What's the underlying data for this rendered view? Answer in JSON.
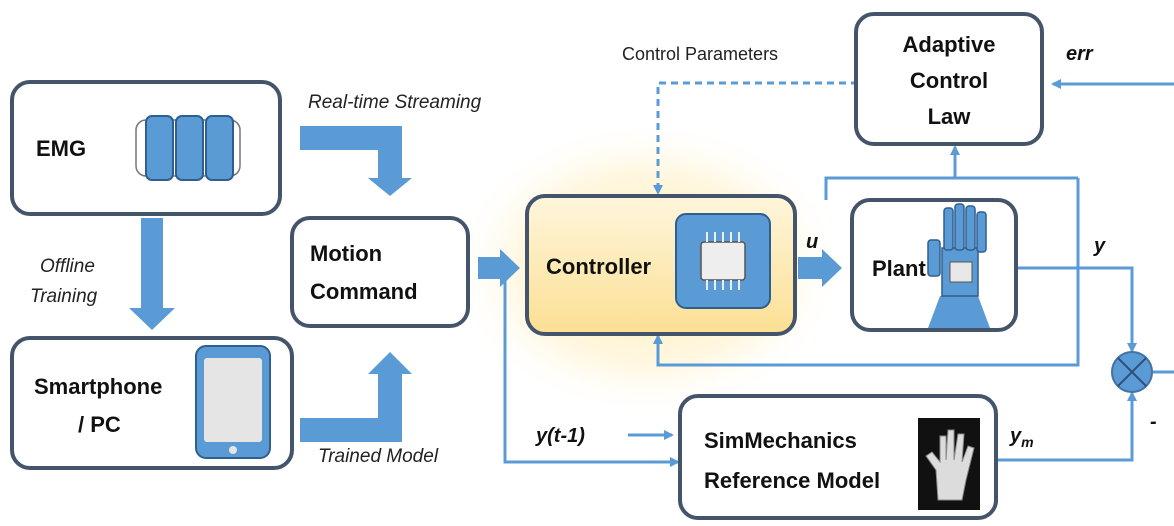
{
  "blocks": {
    "emg": "EMG",
    "motion_1": "Motion",
    "motion_2": "Command",
    "smart_1": "Smartphone",
    "smart_2": "/ PC",
    "controller": "Controller",
    "plant": "Plant",
    "adaptive_1": "Adaptive",
    "adaptive_2": "Control",
    "adaptive_3": "Law",
    "sim_1": "SimMechanics",
    "sim_2": "Reference Model"
  },
  "labels": {
    "realtime": "Real-time Streaming",
    "offline_1": "Offline",
    "offline_2": "Training",
    "trained": "Trained Model",
    "control_params": "Control Parameters"
  },
  "signals": {
    "err": "err",
    "u": "u",
    "y": "y",
    "y_prev": "y(t-1)",
    "ym_base": "y",
    "ym_sub": "m",
    "minus": "-"
  },
  "colors": {
    "accent": "#5b9bd5",
    "box_border": "#44546a",
    "controller_fill": "#fbe3a0"
  }
}
